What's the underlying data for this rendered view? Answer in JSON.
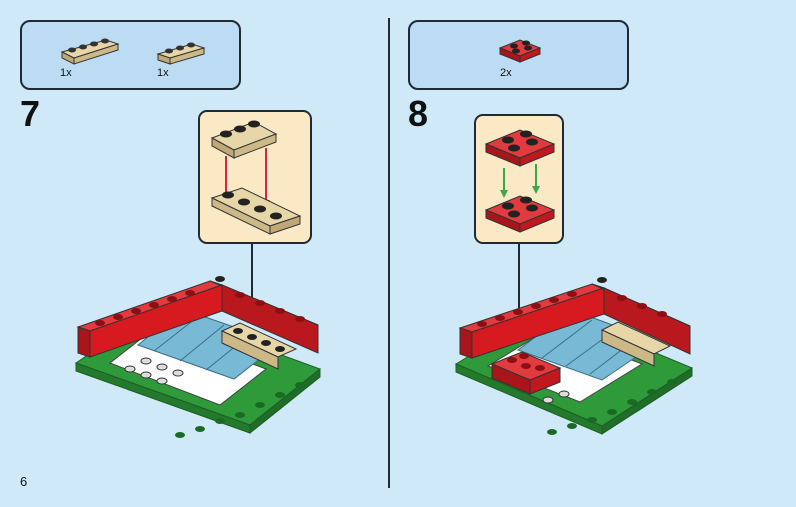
{
  "page_number": "6",
  "steps": [
    {
      "number": "7",
      "parts": [
        {
          "qty": "1x",
          "icon": "tan-plate-1x4-icon"
        },
        {
          "qty": "1x",
          "icon": "tan-plate-1x3-icon"
        }
      ]
    },
    {
      "number": "8",
      "parts": [
        {
          "qty": "2x",
          "icon": "red-plate-2x2-icon"
        }
      ]
    }
  ],
  "colors": {
    "background": "#cfe9f9",
    "parts_box": "#bcdcf3",
    "callout": "#fbe8c4",
    "red_brick": "#d71920",
    "tan_plate": "#d9c79a",
    "green_base": "#2f9a3a",
    "water_tile": "#78b9d6",
    "white_plate": "#ffffff",
    "arrow_red": "#d2283a",
    "arrow_green": "#3aa84b"
  }
}
